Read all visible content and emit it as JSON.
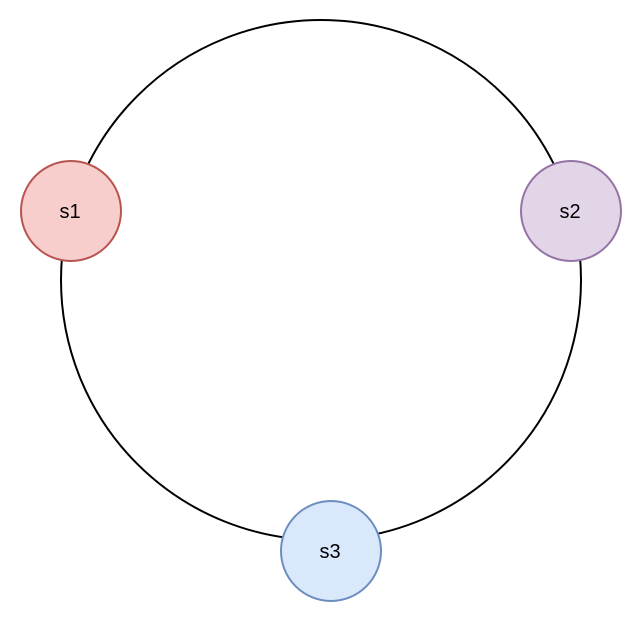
{
  "diagram": {
    "ring": {
      "stroke": "#000000"
    },
    "nodes": [
      {
        "id": "s1",
        "label": "s1",
        "fill": "#f8cecc",
        "stroke": "#b85450"
      },
      {
        "id": "s2",
        "label": "s2",
        "fill": "#e1d5e7",
        "stroke": "#9673a6"
      },
      {
        "id": "s3",
        "label": "s3",
        "fill": "#dae8fc",
        "stroke": "#6c8ebf"
      }
    ]
  }
}
